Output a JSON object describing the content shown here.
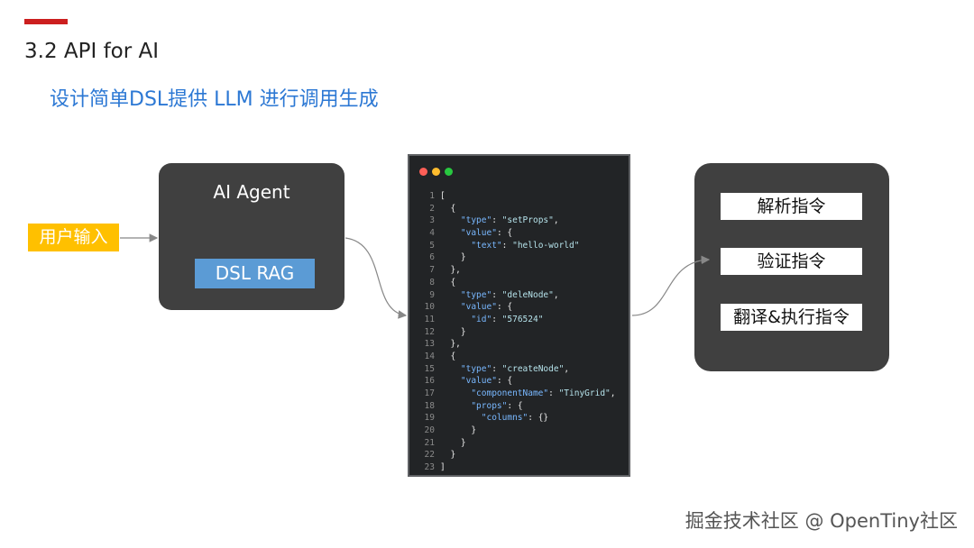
{
  "slide": {
    "title": "3.2 API for AI",
    "subtitle": "设计简单DSL提供 LLM 进行调用生成"
  },
  "input": {
    "label": "用户输入"
  },
  "agent": {
    "title": "AI Agent",
    "rag_label": "DSL RAG"
  },
  "code": {
    "lines": [
      [
        {
          "t": "p",
          "v": "["
        }
      ],
      [
        {
          "t": "p",
          "v": "  {"
        }
      ],
      [
        {
          "t": "p",
          "v": "    "
        },
        {
          "t": "k",
          "v": "\"type\""
        },
        {
          "t": "p",
          "v": ": "
        },
        {
          "t": "s",
          "v": "\"setProps\""
        },
        {
          "t": "p",
          "v": ","
        }
      ],
      [
        {
          "t": "p",
          "v": "    "
        },
        {
          "t": "k",
          "v": "\"value\""
        },
        {
          "t": "p",
          "v": ": {"
        }
      ],
      [
        {
          "t": "p",
          "v": "      "
        },
        {
          "t": "k",
          "v": "\"text\""
        },
        {
          "t": "p",
          "v": ": "
        },
        {
          "t": "s",
          "v": "\"hello-world\""
        }
      ],
      [
        {
          "t": "p",
          "v": "    }"
        }
      ],
      [
        {
          "t": "p",
          "v": "  },"
        }
      ],
      [
        {
          "t": "p",
          "v": "  {"
        }
      ],
      [
        {
          "t": "p",
          "v": "    "
        },
        {
          "t": "k",
          "v": "\"type\""
        },
        {
          "t": "p",
          "v": ": "
        },
        {
          "t": "s",
          "v": "\"deleNode\""
        },
        {
          "t": "p",
          "v": ","
        }
      ],
      [
        {
          "t": "p",
          "v": "    "
        },
        {
          "t": "k",
          "v": "\"value\""
        },
        {
          "t": "p",
          "v": ": {"
        }
      ],
      [
        {
          "t": "p",
          "v": "      "
        },
        {
          "t": "k",
          "v": "\"id\""
        },
        {
          "t": "p",
          "v": ": "
        },
        {
          "t": "s",
          "v": "\"576524\""
        }
      ],
      [
        {
          "t": "p",
          "v": "    }"
        }
      ],
      [
        {
          "t": "p",
          "v": "  },"
        }
      ],
      [
        {
          "t": "p",
          "v": "  {"
        }
      ],
      [
        {
          "t": "p",
          "v": "    "
        },
        {
          "t": "k",
          "v": "\"type\""
        },
        {
          "t": "p",
          "v": ": "
        },
        {
          "t": "s",
          "v": "\"createNode\""
        },
        {
          "t": "p",
          "v": ","
        }
      ],
      [
        {
          "t": "p",
          "v": "    "
        },
        {
          "t": "k",
          "v": "\"value\""
        },
        {
          "t": "p",
          "v": ": {"
        }
      ],
      [
        {
          "t": "p",
          "v": "      "
        },
        {
          "t": "k",
          "v": "\"componentName\""
        },
        {
          "t": "p",
          "v": ": "
        },
        {
          "t": "s",
          "v": "\"TinyGrid\""
        },
        {
          "t": "p",
          "v": ","
        }
      ],
      [
        {
          "t": "p",
          "v": "      "
        },
        {
          "t": "k",
          "v": "\"props\""
        },
        {
          "t": "p",
          "v": ": {"
        }
      ],
      [
        {
          "t": "p",
          "v": "        "
        },
        {
          "t": "k",
          "v": "\"columns\""
        },
        {
          "t": "p",
          "v": ": {}"
        }
      ],
      [
        {
          "t": "p",
          "v": "      }"
        }
      ],
      [
        {
          "t": "p",
          "v": "    }"
        }
      ],
      [
        {
          "t": "p",
          "v": "  }"
        }
      ],
      [
        {
          "t": "p",
          "v": "]"
        }
      ]
    ]
  },
  "steps": {
    "parse": "解析指令",
    "validate": "验证指令",
    "translate_execute": "翻译&执行指令"
  },
  "watermark": "掘金技术社区 @ OpenTiny社区",
  "colors": {
    "accent_red": "#cc1f1f",
    "subtitle_blue": "#2c78d4",
    "box_dark": "#404040",
    "rag_blue": "#5b9bd5",
    "input_yellow": "#ffc000"
  }
}
